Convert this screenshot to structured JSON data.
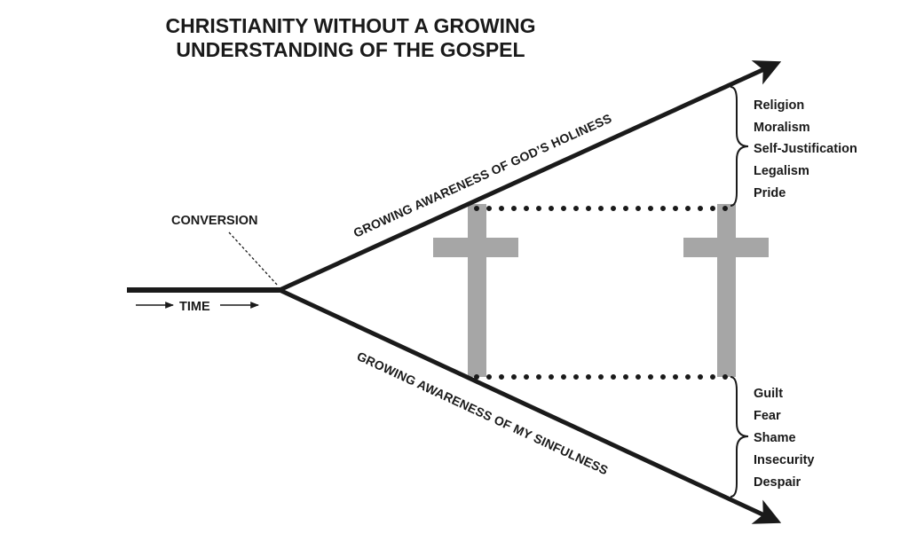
{
  "title": {
    "line1": "CHRISTIANITY WITHOUT A GROWING",
    "line2": "UNDERSTANDING OF THE GOSPEL"
  },
  "labels": {
    "conversion": "CONVERSION",
    "time": "TIME",
    "upper_line": "GROWING AWARENESS OF GOD’S HOLINESS",
    "lower_line": "GROWING AWARENESS OF MY SINFULNESS"
  },
  "upper_list": [
    "Religion",
    "Moralism",
    "Self-Justification",
    "Legalism",
    "Pride"
  ],
  "lower_list": [
    "Guilt",
    "Fear",
    "Shame",
    "Insecurity",
    "Despair"
  ],
  "colors": {
    "ink": "#1a1a1a",
    "cross": "#a6a6a6"
  }
}
